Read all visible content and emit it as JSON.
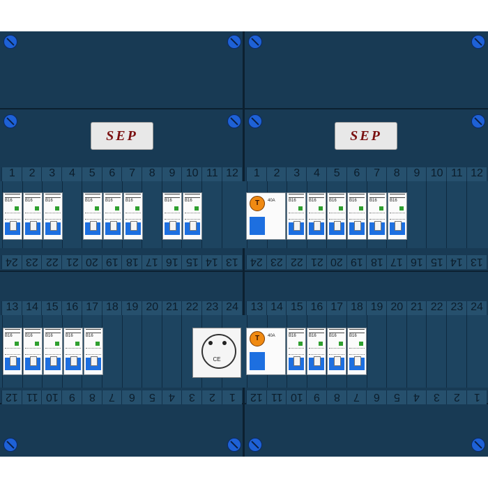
{
  "brand_logo": "SEP",
  "rows": {
    "upper_numbers": [
      "1",
      "2",
      "3",
      "4",
      "5",
      "6",
      "7",
      "8",
      "9",
      "10",
      "11",
      "12"
    ],
    "upper_numbers_flipped": [
      "24",
      "23",
      "22",
      "21",
      "20",
      "19",
      "18",
      "17",
      "16",
      "15",
      "14",
      "13"
    ],
    "lower_numbers": [
      "13",
      "14",
      "15",
      "16",
      "17",
      "18",
      "19",
      "20",
      "21",
      "22",
      "23",
      "24"
    ],
    "lower_numbers_flipped": [
      "12",
      "11",
      "10",
      "9",
      "8",
      "7",
      "6",
      "5",
      "4",
      "3",
      "2",
      "1"
    ]
  },
  "modules": {
    "mcb_rating": "B16",
    "rcd_rating": "40A",
    "rcd_badge": "T",
    "ce_mark": "CE"
  },
  "colors": {
    "panel": "#183a54",
    "rail": "#1d4460",
    "screw": "#1e61d6",
    "breaker_base": "#1d6fe0",
    "rcd_badge": "#f08a12"
  }
}
